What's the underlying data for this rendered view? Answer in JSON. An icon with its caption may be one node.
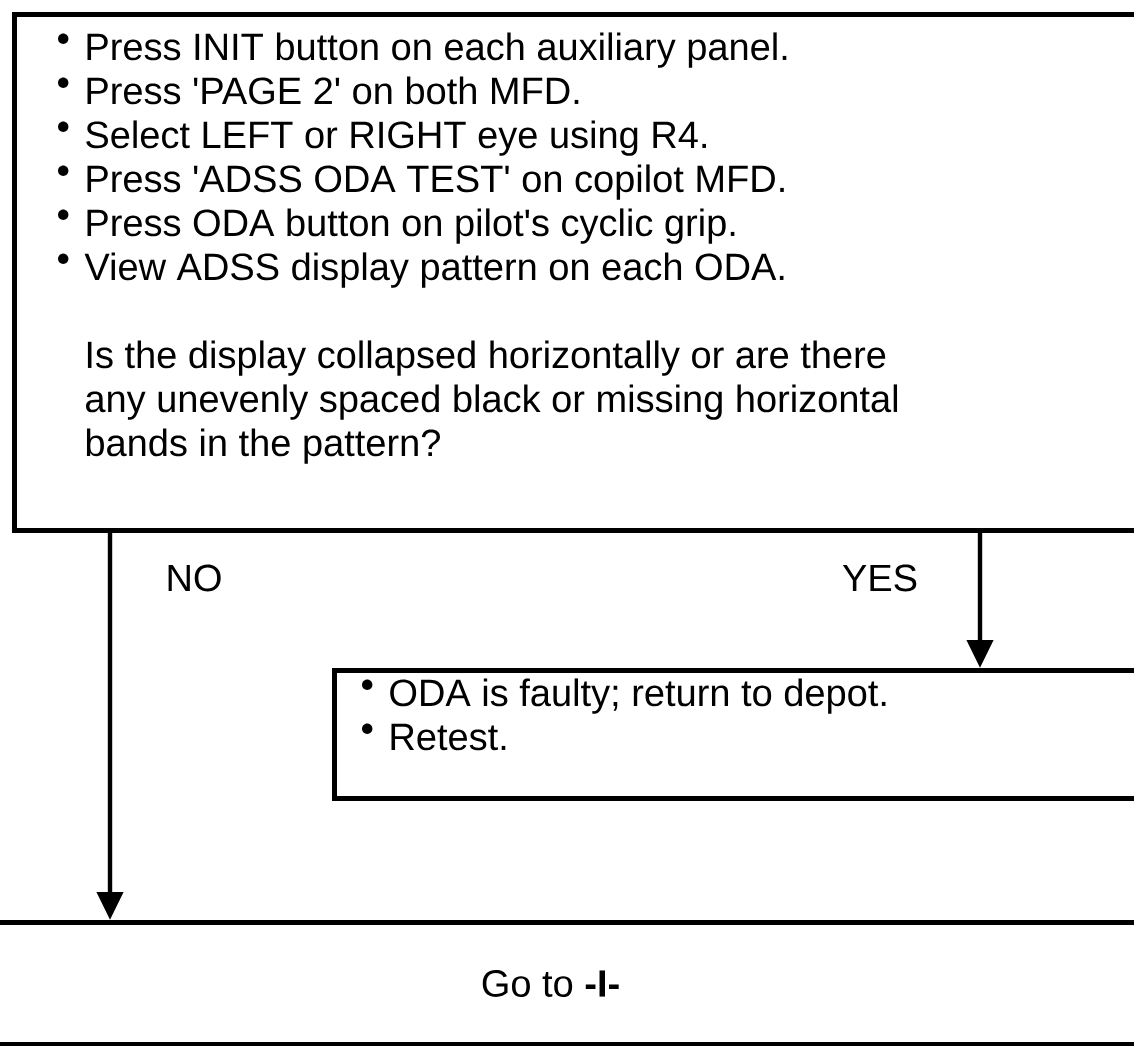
{
  "diagram": {
    "nodes": [
      {
        "text": [
          "Press INIT button on each auxiliary panel.",
          "Press 'PAGE 2' on both MFD.",
          "Select LEFT or RIGHT eye using R4.",
          "Press 'ADSS ODA TEST' on copilot MFD.",
          "Press ODA button on pilot's cyclic grip.",
          "View ADSS display pattern on each ODA.",
          "Is the display collapsed horizontally or are there any unevenly spaced black or missing horizontal bands in the pattern?"
        ]
      },
      {
        "text": [
          "ODA is faulty; return to depot.",
          "Retest."
        ]
      },
      {
        "text": [
          "Go to **-I-**"
        ]
      }
    ],
    "edges": [
      {
        "from": 0,
        "to": 2,
        "arrow": "to",
        "label": "NO"
      },
      {
        "from": 0,
        "to": 1,
        "arrow": "to",
        "label": "YES"
      }
    ]
  }
}
